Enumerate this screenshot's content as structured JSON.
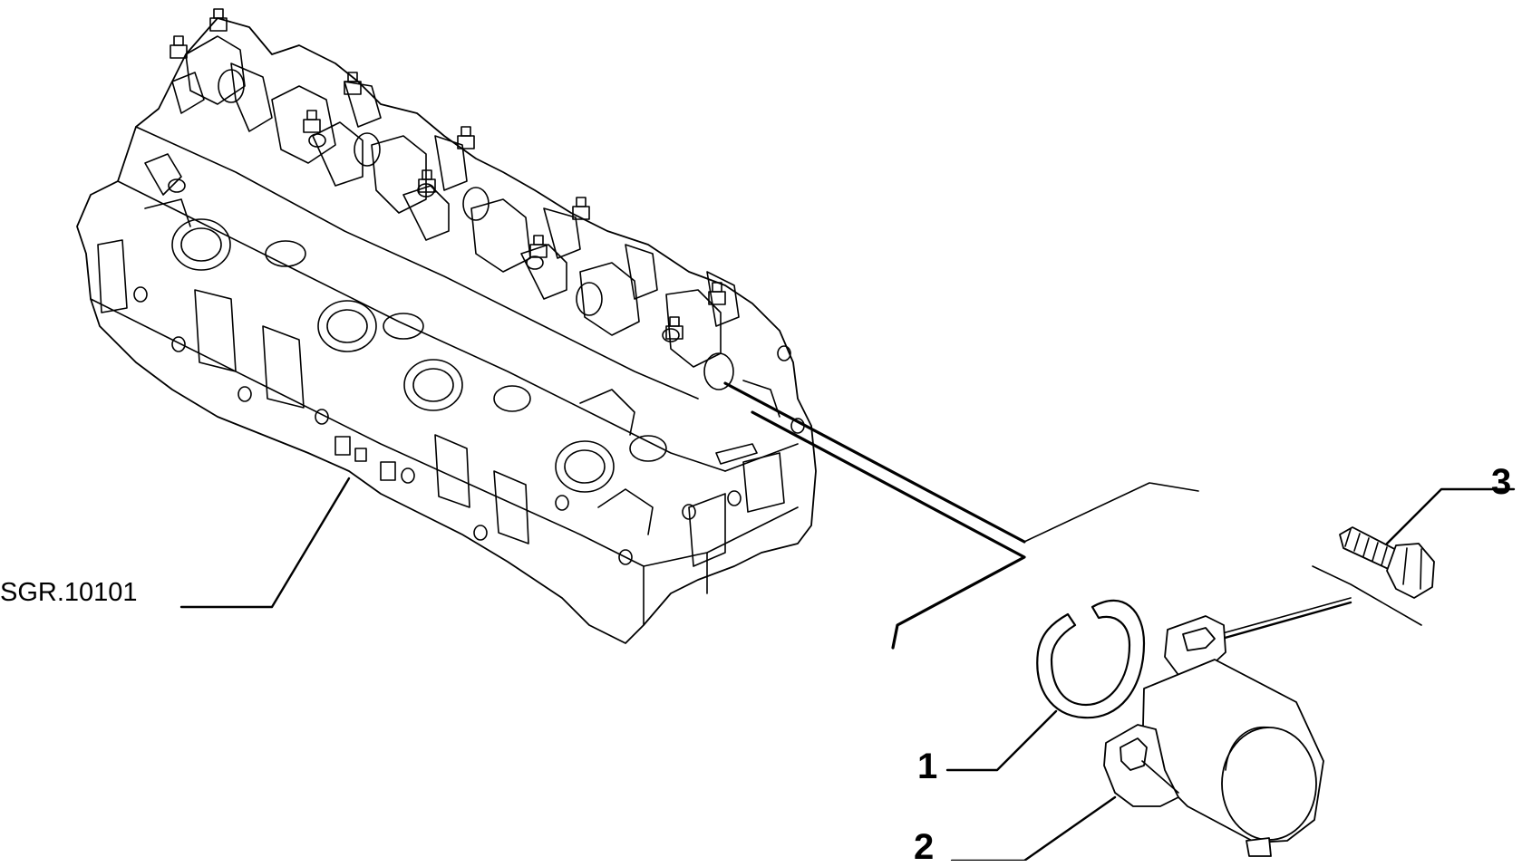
{
  "diagram": {
    "reference_label": "SGR.10101",
    "part_numbers": {
      "ring": "1",
      "sensor": "2",
      "bolt": "3"
    },
    "icons": [
      "cylinder-head-drawing",
      "snap-ring-drawing",
      "sensor-drawing",
      "bolt-drawing"
    ]
  }
}
